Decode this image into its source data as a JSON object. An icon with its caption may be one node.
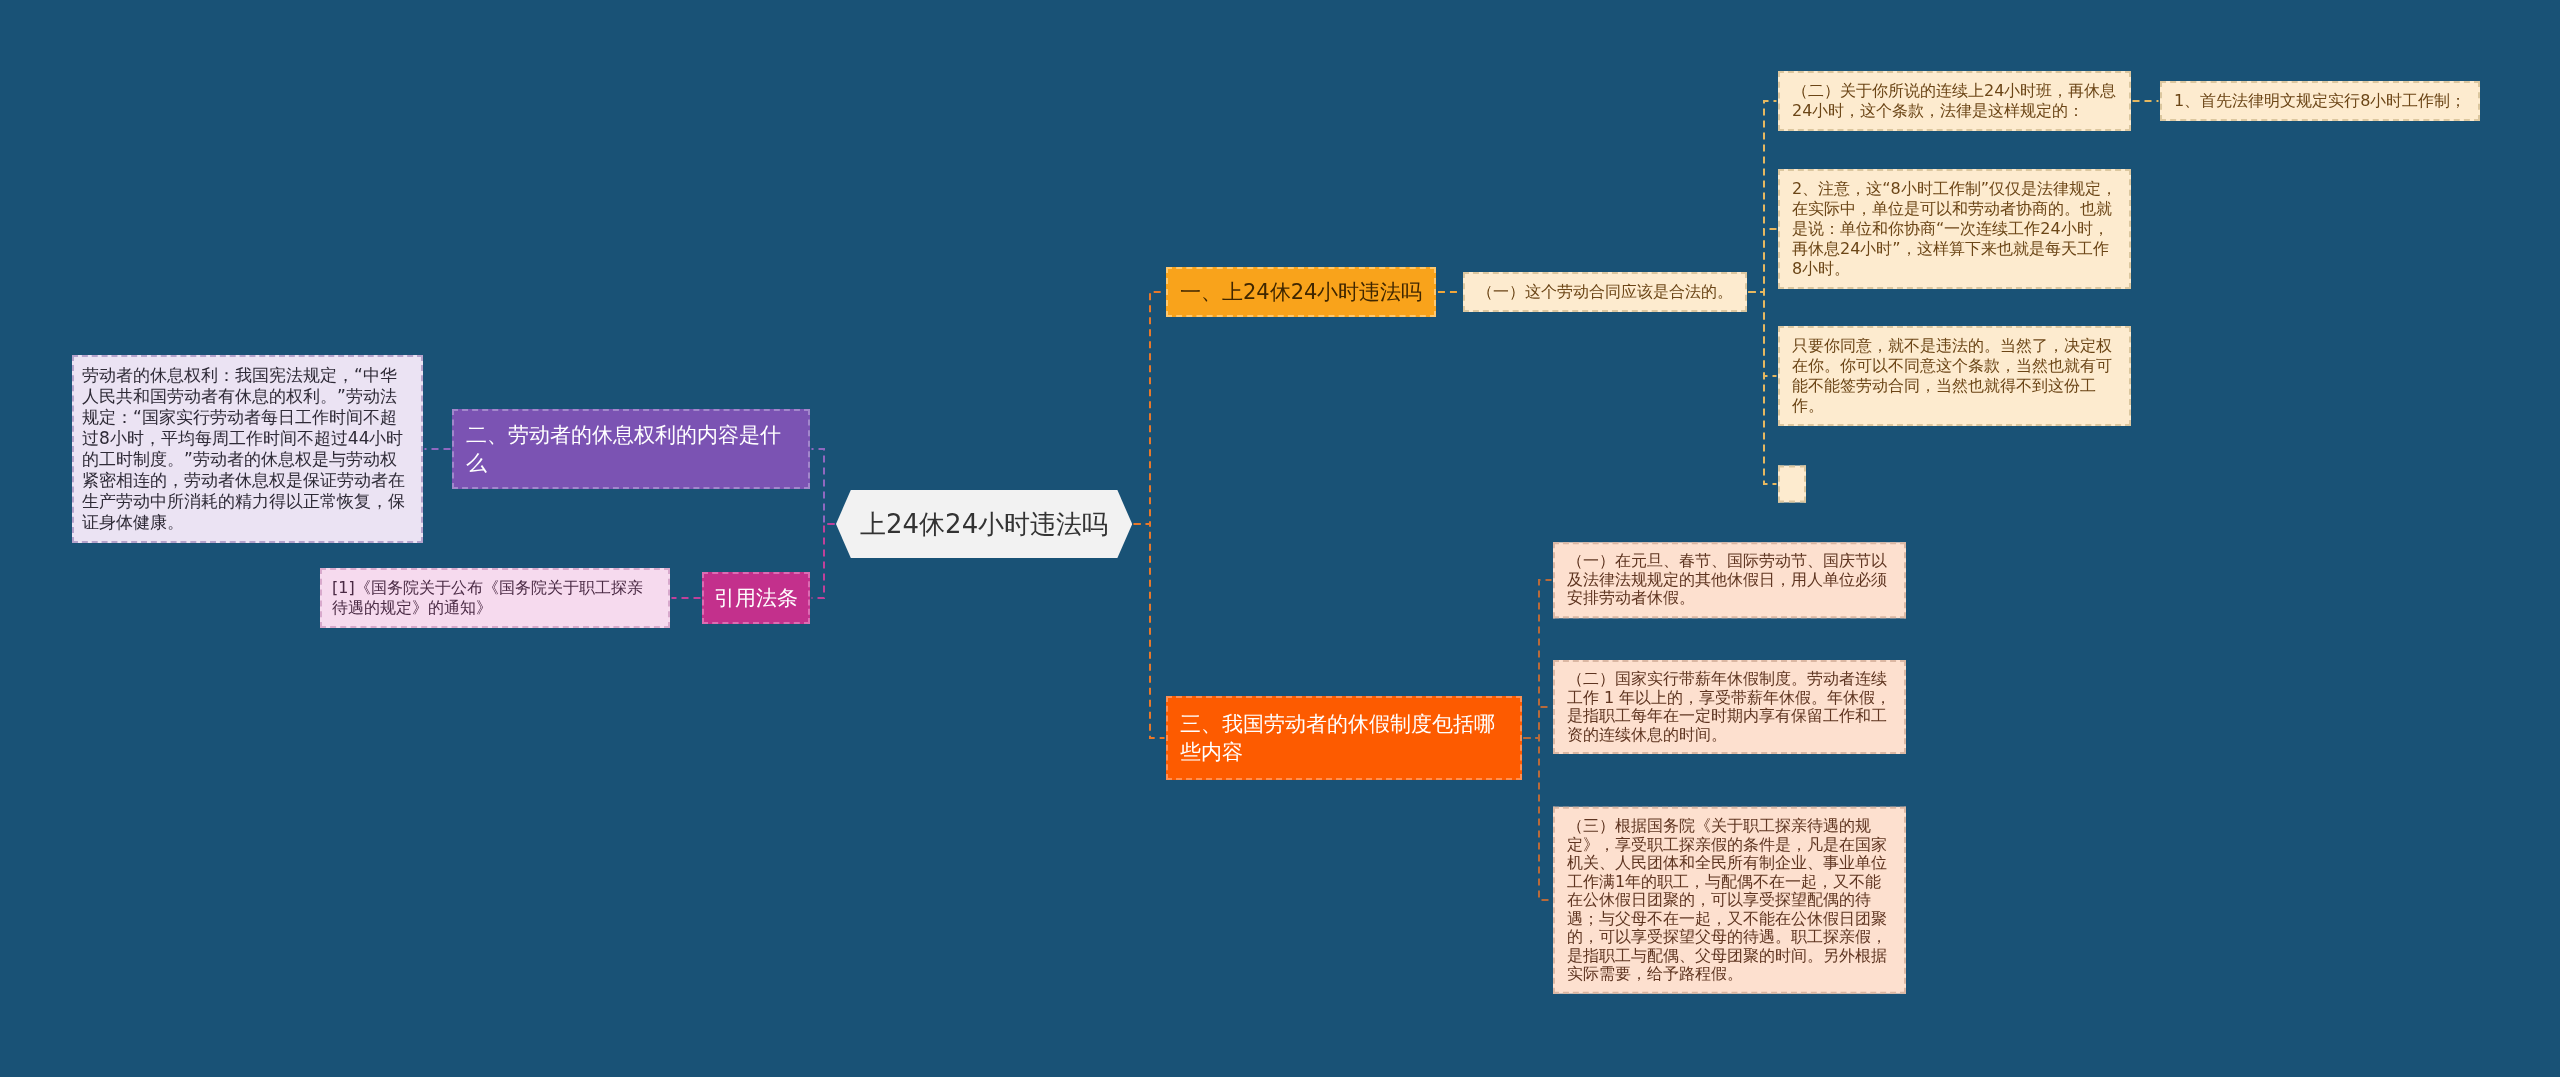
{
  "diagram": {
    "nodes": [
      {
        "text": [
          "上24休24小时违法吗"
        ]
      },
      {
        "text": [
          "一、上24休24小时违法吗"
        ]
      },
      {
        "text": [
          "（一）这个劳动合同应该是合法的。"
        ]
      },
      {
        "text": [
          "（二）关于你所说的连续上24小时班，再休息24小时，这个条款，法律是这样规定的："
        ]
      },
      {
        "text": [
          "1、首先法律明文规定实行8小时工作制；"
        ]
      },
      {
        "text": [
          "2、注意，这“8小时工作制”仅仅是法律规定，在实际中，单位是可以和劳动者协商的。也就是说：单位和你协商“一次连续工作24小时，再休息24小时”，这样算下来也就是每天工作8小时。"
        ]
      },
      {
        "text": [
          "只要你同意，就不是违法的。当然了，决定权在你。你可以不同意这个条款，当然也就有可能不能签劳动合同，当然也就得不到这份工作。"
        ]
      },
      {
        "text": [],
        "shape": "box"
      },
      {
        "text": [
          "二、劳动者的休息权利的内容是什么"
        ]
      },
      {
        "text": [
          "劳动者的休息权利：我国宪法规定，“中华人民共和国劳动者有休息的权利。”劳动法规定：“国家实行劳动者每日工作时间不超过8小时，平均每周工作时间不超过44小时的工时制度。”劳动者的休息权是与劳动权紧密相连的，劳动者休息权是保证劳动者在生产劳动中所消耗的精力得以正常恢复，保证身体健康。"
        ]
      },
      {
        "text": [
          "引用法条"
        ]
      },
      {
        "text": [
          "[1]《国务院关于公布《国务院关于职工探亲待遇的规定》的通知》"
        ]
      },
      {
        "text": [
          "三、我国劳动者的休假制度包括哪些内容"
        ]
      },
      {
        "text": [
          "（一）在元旦、春节、国际劳动节、国庆节以及法律法规规定的其他休假日，用人单位必须安排劳动者休假。"
        ]
      },
      {
        "text": [
          "（二）国家实行带薪年休假制度。劳动者连续工作 1 年以上的，享受带薪年休假。年休假，是指职工每年在一定时期内享有保留工作和工资的连续休息的时间。"
        ]
      },
      {
        "text": [
          "（三）根据国务院《关于职工探亲待遇的规定》，享受职工探亲假的条件是，凡是在国家机关、人民团体和全民所有制企业、事业单位工作满1年的职工，与配偶不在一起，又不能在公休假日团聚的，可以享受探望配偶的待遇；与父母不在一起，又不能在公休假日团聚的，可以享受探望父母的待遇。职工探亲假，是指职工与配偶、父母团聚的时间。另外根据实际需要，给予路程假。"
        ]
      }
    ],
    "edges": [
      {
        "from": 0,
        "to": 1,
        "arrow": "none",
        "style": "dashed",
        "color": "#e8782a"
      },
      {
        "from": 1,
        "to": 2,
        "arrow": "none",
        "style": "dashed",
        "color": "#f0a63a"
      },
      {
        "from": 2,
        "to": 3,
        "arrow": "none",
        "style": "dashed",
        "color": "#e6b860"
      },
      {
        "from": 3,
        "to": 4,
        "arrow": "none",
        "style": "dashed",
        "color": "#e6b860"
      },
      {
        "from": 2,
        "to": 5,
        "arrow": "none",
        "style": "dashed",
        "color": "#e6b860"
      },
      {
        "from": 2,
        "to": 6,
        "arrow": "none",
        "style": "dashed",
        "color": "#e6b860"
      },
      {
        "from": 2,
        "to": 7,
        "arrow": "none",
        "style": "dashed",
        "color": "#e6b860"
      },
      {
        "from": 0,
        "to": 8,
        "arrow": "none",
        "style": "dashed",
        "color": "#9068c0"
      },
      {
        "from": 8,
        "to": 9,
        "arrow": "none",
        "style": "dashed",
        "color": "#9068c0"
      },
      {
        "from": 0,
        "to": 10,
        "arrow": "none",
        "style": "dashed",
        "color": "#c0409a"
      },
      {
        "from": 10,
        "to": 11,
        "arrow": "none",
        "style": "dashed",
        "color": "#c0409a"
      },
      {
        "from": 0,
        "to": 12,
        "arrow": "none",
        "style": "dashed",
        "color": "#e8782a"
      },
      {
        "from": 12,
        "to": 13,
        "arrow": "none",
        "style": "dashed",
        "color": "#b86a3a"
      },
      {
        "from": 12,
        "to": 14,
        "arrow": "none",
        "style": "dashed",
        "color": "#b86a3a"
      },
      {
        "from": 12,
        "to": 15,
        "arrow": "none",
        "style": "dashed",
        "color": "#b86a3a"
      }
    ]
  }
}
